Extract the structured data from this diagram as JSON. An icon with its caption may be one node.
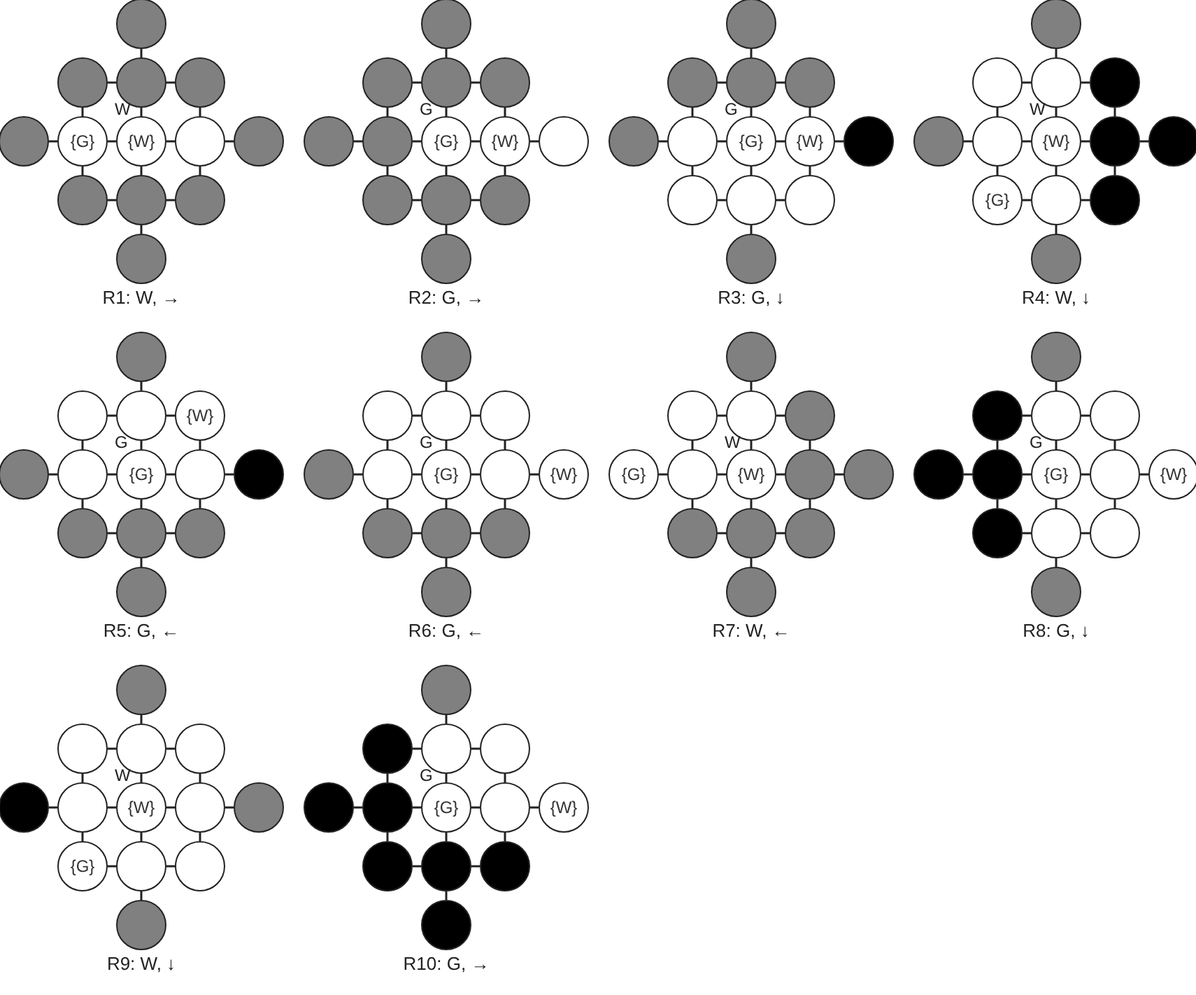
{
  "diagram": {
    "nodes": [
      {
        "text": [],
        "shape": "circle"
      },
      {
        "text": [],
        "shape": "circle"
      },
      {
        "text": [],
        "shape": "circle"
      },
      {
        "text": [],
        "shape": "circle"
      },
      {
        "text": [],
        "shape": "circle"
      },
      {
        "text": [
          "{G}"
        ]
      },
      {
        "text": [
          "{W}"
        ]
      },
      {
        "text": [],
        "shape": "circle"
      },
      {
        "text": [],
        "shape": "circle"
      },
      {
        "text": [],
        "shape": "circle"
      },
      {
        "text": [],
        "shape": "circle"
      },
      {
        "text": [],
        "shape": "circle"
      },
      {
        "text": [],
        "shape": "circle"
      },
      {
        "text": [],
        "shape": "circle"
      },
      {
        "text": [],
        "shape": "circle"
      },
      {
        "text": [],
        "shape": "circle"
      },
      {
        "text": [],
        "shape": "circle"
      },
      {
        "text": [],
        "shape": "circle"
      },
      {
        "text": [],
        "shape": "circle"
      },
      {
        "text": [
          "{G}"
        ]
      },
      {
        "text": [
          "{W}"
        ]
      },
      {
        "text": [],
        "shape": "circle"
      },
      {
        "text": [],
        "shape": "circle"
      },
      {
        "text": [],
        "shape": "circle"
      },
      {
        "text": [],
        "shape": "circle"
      },
      {
        "text": [],
        "shape": "circle"
      },
      {
        "text": [],
        "shape": "circle"
      },
      {
        "text": [],
        "shape": "circle"
      },
      {
        "text": [],
        "shape": "circle"
      },
      {
        "text": [],
        "shape": "circle"
      },
      {
        "text": [],
        "shape": "circle"
      },
      {
        "text": [],
        "shape": "circle"
      },
      {
        "text": [
          "{G}"
        ]
      },
      {
        "text": [
          "{W}"
        ]
      },
      {
        "text": [],
        "shape": "circle"
      },
      {
        "text": [],
        "shape": "circle"
      },
      {
        "text": [],
        "shape": "circle"
      },
      {
        "text": [],
        "shape": "circle"
      },
      {
        "text": [],
        "shape": "circle"
      },
      {
        "text": [],
        "shape": "circle"
      },
      {
        "text": [],
        "shape": "circle"
      },
      {
        "text": [],
        "shape": "circle"
      },
      {
        "text": [],
        "shape": "circle"
      },
      {
        "text": [],
        "shape": "circle"
      },
      {
        "text": [],
        "shape": "circle"
      },
      {
        "text": [
          "{W}"
        ]
      },
      {
        "text": [],
        "shape": "circle"
      },
      {
        "text": [],
        "shape": "circle"
      },
      {
        "text": [
          "{G}"
        ]
      },
      {
        "text": [],
        "shape": "circle"
      },
      {
        "text": [],
        "shape": "circle"
      },
      {
        "text": [],
        "shape": "circle"
      },
      {
        "text": [],
        "shape": "circle"
      },
      {
        "text": [],
        "shape": "circle"
      },
      {
        "text": [],
        "shape": "circle"
      },
      {
        "text": [
          "{W}"
        ]
      },
      {
        "text": [],
        "shape": "circle"
      },
      {
        "text": [],
        "shape": "circle"
      },
      {
        "text": [
          "{G}"
        ]
      },
      {
        "text": [],
        "shape": "circle"
      },
      {
        "text": [],
        "shape": "circle"
      },
      {
        "text": [],
        "shape": "circle"
      },
      {
        "text": [],
        "shape": "circle"
      },
      {
        "text": [],
        "shape": "circle"
      },
      {
        "text": [],
        "shape": "circle"
      },
      {
        "text": [],
        "shape": "circle"
      },
      {
        "text": [],
        "shape": "circle"
      },
      {
        "text": [],
        "shape": "circle"
      },
      {
        "text": [],
        "shape": "circle"
      },
      {
        "text": [],
        "shape": "circle"
      },
      {
        "text": [],
        "shape": "circle"
      },
      {
        "text": [
          "{G}"
        ]
      },
      {
        "text": [],
        "shape": "circle"
      },
      {
        "text": [
          "{W}"
        ]
      },
      {
        "text": [],
        "shape": "circle"
      },
      {
        "text": [],
        "shape": "circle"
      },
      {
        "text": [],
        "shape": "circle"
      },
      {
        "text": [],
        "shape": "circle"
      },
      {
        "text": [],
        "shape": "circle"
      },
      {
        "text": [],
        "shape": "circle"
      },
      {
        "text": [],
        "shape": "circle"
      },
      {
        "text": [],
        "shape": "circle"
      },
      {
        "text": [
          "{G}"
        ]
      },
      {
        "text": [],
        "shape": "circle"
      },
      {
        "text": [
          "{W}"
        ]
      },
      {
        "text": [],
        "shape": "circle"
      },
      {
        "text": [],
        "shape": "circle"
      },
      {
        "text": [],
        "shape": "circle"
      },
      {
        "text": [],
        "shape": "circle"
      },
      {
        "text": [],
        "shape": "circle"
      },
      {
        "text": [],
        "shape": "circle"
      },
      {
        "text": [],
        "shape": "circle"
      },
      {
        "text": [],
        "shape": "circle"
      },
      {
        "text": [],
        "shape": "circle"
      },
      {
        "text": [],
        "shape": "circle"
      },
      {
        "text": [],
        "shape": "circle"
      },
      {
        "text": [],
        "shape": "circle"
      },
      {
        "text": [
          "{G}"
        ]
      },
      {
        "text": [],
        "shape": "circle"
      },
      {
        "text": [
          "{W}"
        ]
      },
      {
        "text": [],
        "shape": "circle"
      },
      {
        "text": [],
        "shape": "circle"
      },
      {
        "text": [],
        "shape": "circle"
      },
      {
        "text": [],
        "shape": "circle"
      },
      {
        "text": [],
        "shape": "circle"
      },
      {
        "text": [],
        "shape": "circle"
      },
      {
        "text": [],
        "shape": "circle"
      },
      {
        "text": [],
        "shape": "circle"
      },
      {
        "text": [],
        "shape": "circle"
      },
      {
        "text": [],
        "shape": "circle"
      },
      {
        "text": [
          "{W}"
        ]
      },
      {
        "text": [],
        "shape": "circle"
      },
      {
        "text": [],
        "shape": "circle"
      },
      {
        "text": [
          "{G}"
        ]
      },
      {
        "text": [],
        "shape": "circle"
      },
      {
        "text": [],
        "shape": "circle"
      },
      {
        "text": [],
        "shape": "circle"
      },
      {
        "text": [],
        "shape": "circle"
      },
      {
        "text": [],
        "shape": "circle"
      },
      {
        "text": [],
        "shape": "circle"
      },
      {
        "text": [],
        "shape": "circle"
      },
      {
        "text": [],
        "shape": "circle"
      },
      {
        "text": [],
        "shape": "circle"
      },
      {
        "text": [
          "{G}"
        ]
      },
      {
        "text": [],
        "shape": "circle"
      },
      {
        "text": [
          "{W}"
        ]
      },
      {
        "text": [],
        "shape": "circle"
      },
      {
        "text": [],
        "shape": "circle"
      },
      {
        "text": [],
        "shape": "circle"
      },
      {
        "text": [],
        "shape": "circle"
      }
    ],
    "edges": [
      {
        "from": 0,
        "to": 2,
        "arrow": "none"
      },
      {
        "from": 1,
        "to": 2,
        "arrow": "none"
      },
      {
        "from": 2,
        "to": 3,
        "arrow": "none"
      },
      {
        "from": 1,
        "to": 5,
        "arrow": "none"
      },
      {
        "from": 2,
        "to": 6,
        "arrow": "none"
      },
      {
        "from": 3,
        "to": 7,
        "arrow": "none"
      },
      {
        "from": 4,
        "to": 5,
        "arrow": "none"
      },
      {
        "from": 5,
        "to": 6,
        "arrow": "none"
      },
      {
        "from": 6,
        "to": 7,
        "arrow": "none"
      },
      {
        "from": 7,
        "to": 8,
        "arrow": "none"
      },
      {
        "from": 5,
        "to": 9,
        "arrow": "none"
      },
      {
        "from": 6,
        "to": 10,
        "arrow": "none"
      },
      {
        "from": 7,
        "to": 11,
        "arrow": "none"
      },
      {
        "from": 9,
        "to": 10,
        "arrow": "none"
      },
      {
        "from": 10,
        "to": 11,
        "arrow": "none"
      },
      {
        "from": 10,
        "to": 12,
        "arrow": "none"
      },
      {
        "from": 13,
        "to": 15,
        "arrow": "none"
      },
      {
        "from": 14,
        "to": 15,
        "arrow": "none"
      },
      {
        "from": 15,
        "to": 16,
        "arrow": "none"
      },
      {
        "from": 14,
        "to": 18,
        "arrow": "none"
      },
      {
        "from": 15,
        "to": 19,
        "arrow": "none"
      },
      {
        "from": 16,
        "to": 20,
        "arrow": "none"
      },
      {
        "from": 17,
        "to": 18,
        "arrow": "none"
      },
      {
        "from": 18,
        "to": 19,
        "arrow": "none"
      },
      {
        "from": 19,
        "to": 20,
        "arrow": "none"
      },
      {
        "from": 20,
        "to": 21,
        "arrow": "none"
      },
      {
        "from": 18,
        "to": 22,
        "arrow": "none"
      },
      {
        "from": 19,
        "to": 23,
        "arrow": "none"
      },
      {
        "from": 20,
        "to": 24,
        "arrow": "none"
      },
      {
        "from": 22,
        "to": 23,
        "arrow": "none"
      },
      {
        "from": 23,
        "to": 24,
        "arrow": "none"
      },
      {
        "from": 23,
        "to": 25,
        "arrow": "none"
      },
      {
        "from": 26,
        "to": 28,
        "arrow": "none"
      },
      {
        "from": 27,
        "to": 28,
        "arrow": "none"
      },
      {
        "from": 28,
        "to": 29,
        "arrow": "none"
      },
      {
        "from": 27,
        "to": 31,
        "arrow": "none"
      },
      {
        "from": 28,
        "to": 32,
        "arrow": "none"
      },
      {
        "from": 29,
        "to": 33,
        "arrow": "none"
      },
      {
        "from": 30,
        "to": 31,
        "arrow": "none"
      },
      {
        "from": 31,
        "to": 32,
        "arrow": "none"
      },
      {
        "from": 32,
        "to": 33,
        "arrow": "none"
      },
      {
        "from": 33,
        "to": 34,
        "arrow": "none"
      },
      {
        "from": 31,
        "to": 35,
        "arrow": "none"
      },
      {
        "from": 32,
        "to": 36,
        "arrow": "none"
      },
      {
        "from": 33,
        "to": 37,
        "arrow": "none"
      },
      {
        "from": 35,
        "to": 36,
        "arrow": "none"
      },
      {
        "from": 36,
        "to": 37,
        "arrow": "none"
      },
      {
        "from": 36,
        "to": 38,
        "arrow": "none"
      },
      {
        "from": 39,
        "to": 41,
        "arrow": "none"
      },
      {
        "from": 40,
        "to": 41,
        "arrow": "none"
      },
      {
        "from": 41,
        "to": 42,
        "arrow": "none"
      },
      {
        "from": 40,
        "to": 44,
        "arrow": "none"
      },
      {
        "from": 41,
        "to": 45,
        "arrow": "none"
      },
      {
        "from": 42,
        "to": 46,
        "arrow": "none"
      },
      {
        "from": 43,
        "to": 44,
        "arrow": "none"
      },
      {
        "from": 44,
        "to": 45,
        "arrow": "none"
      },
      {
        "from": 45,
        "to": 46,
        "arrow": "none"
      },
      {
        "from": 46,
        "to": 47,
        "arrow": "none"
      },
      {
        "from": 44,
        "to": 48,
        "arrow": "none"
      },
      {
        "from": 45,
        "to": 49,
        "arrow": "none"
      },
      {
        "from": 46,
        "to": 50,
        "arrow": "none"
      },
      {
        "from": 48,
        "to": 49,
        "arrow": "none"
      },
      {
        "from": 49,
        "to": 50,
        "arrow": "none"
      },
      {
        "from": 49,
        "to": 51,
        "arrow": "none"
      },
      {
        "from": 52,
        "to": 54,
        "arrow": "none"
      },
      {
        "from": 53,
        "to": 54,
        "arrow": "none"
      },
      {
        "from": 54,
        "to": 55,
        "arrow": "none"
      },
      {
        "from": 53,
        "to": 57,
        "arrow": "none"
      },
      {
        "from": 54,
        "to": 58,
        "arrow": "none"
      },
      {
        "from": 55,
        "to": 59,
        "arrow": "none"
      },
      {
        "from": 56,
        "to": 57,
        "arrow": "none"
      },
      {
        "from": 57,
        "to": 58,
        "arrow": "none"
      },
      {
        "from": 58,
        "to": 59,
        "arrow": "none"
      },
      {
        "from": 59,
        "to": 60,
        "arrow": "none"
      },
      {
        "from": 57,
        "to": 61,
        "arrow": "none"
      },
      {
        "from": 58,
        "to": 62,
        "arrow": "none"
      },
      {
        "from": 59,
        "to": 63,
        "arrow": "none"
      },
      {
        "from": 61,
        "to": 62,
        "arrow": "none"
      },
      {
        "from": 62,
        "to": 63,
        "arrow": "none"
      },
      {
        "from": 62,
        "to": 64,
        "arrow": "none"
      },
      {
        "from": 65,
        "to": 67,
        "arrow": "none"
      },
      {
        "from": 66,
        "to": 67,
        "arrow": "none"
      },
      {
        "from": 67,
        "to": 68,
        "arrow": "none"
      },
      {
        "from": 66,
        "to": 70,
        "arrow": "none"
      },
      {
        "from": 67,
        "to": 71,
        "arrow": "none"
      },
      {
        "from": 68,
        "to": 72,
        "arrow": "none"
      },
      {
        "from": 69,
        "to": 70,
        "arrow": "none"
      },
      {
        "from": 70,
        "to": 71,
        "arrow": "none"
      },
      {
        "from": 71,
        "to": 72,
        "arrow": "none"
      },
      {
        "from": 72,
        "to": 73,
        "arrow": "none"
      },
      {
        "from": 70,
        "to": 74,
        "arrow": "none"
      },
      {
        "from": 71,
        "to": 75,
        "arrow": "none"
      },
      {
        "from": 72,
        "to": 76,
        "arrow": "none"
      },
      {
        "from": 74,
        "to": 75,
        "arrow": "none"
      },
      {
        "from": 75,
        "to": 76,
        "arrow": "none"
      },
      {
        "from": 75,
        "to": 77,
        "arrow": "none"
      },
      {
        "from": 78,
        "to": 80,
        "arrow": "none"
      },
      {
        "from": 79,
        "to": 80,
        "arrow": "none"
      },
      {
        "from": 80,
        "to": 81,
        "arrow": "none"
      },
      {
        "from": 79,
        "to": 83,
        "arrow": "none"
      },
      {
        "from": 80,
        "to": 84,
        "arrow": "none"
      },
      {
        "from": 81,
        "to": 85,
        "arrow": "none"
      },
      {
        "from": 82,
        "to": 83,
        "arrow": "none"
      },
      {
        "from": 83,
        "to": 84,
        "arrow": "none"
      },
      {
        "from": 84,
        "to": 85,
        "arrow": "none"
      },
      {
        "from": 85,
        "to": 86,
        "arrow": "none"
      },
      {
        "from": 83,
        "to": 87,
        "arrow": "none"
      },
      {
        "from": 84,
        "to": 88,
        "arrow": "none"
      },
      {
        "from": 85,
        "to": 89,
        "arrow": "none"
      },
      {
        "from": 87,
        "to": 88,
        "arrow": "none"
      },
      {
        "from": 88,
        "to": 89,
        "arrow": "none"
      },
      {
        "from": 88,
        "to": 90,
        "arrow": "none"
      },
      {
        "from": 91,
        "to": 93,
        "arrow": "none"
      },
      {
        "from": 92,
        "to": 93,
        "arrow": "none"
      },
      {
        "from": 93,
        "to": 94,
        "arrow": "none"
      },
      {
        "from": 92,
        "to": 96,
        "arrow": "none"
      },
      {
        "from": 93,
        "to": 97,
        "arrow": "none"
      },
      {
        "from": 94,
        "to": 98,
        "arrow": "none"
      },
      {
        "from": 95,
        "to": 96,
        "arrow": "none"
      },
      {
        "from": 96,
        "to": 97,
        "arrow": "none"
      },
      {
        "from": 97,
        "to": 98,
        "arrow": "none"
      },
      {
        "from": 98,
        "to": 99,
        "arrow": "none"
      },
      {
        "from": 96,
        "to": 100,
        "arrow": "none"
      },
      {
        "from": 97,
        "to": 101,
        "arrow": "none"
      },
      {
        "from": 98,
        "to": 102,
        "arrow": "none"
      },
      {
        "from": 100,
        "to": 101,
        "arrow": "none"
      },
      {
        "from": 101,
        "to": 102,
        "arrow": "none"
      },
      {
        "from": 101,
        "to": 103,
        "arrow": "none"
      },
      {
        "from": 104,
        "to": 106,
        "arrow": "none"
      },
      {
        "from": 105,
        "to": 106,
        "arrow": "none"
      },
      {
        "from": 106,
        "to": 107,
        "arrow": "none"
      },
      {
        "from": 105,
        "to": 109,
        "arrow": "none"
      },
      {
        "from": 106,
        "to": 110,
        "arrow": "none"
      },
      {
        "from": 107,
        "to": 111,
        "arrow": "none"
      },
      {
        "from": 108,
        "to": 109,
        "arrow": "none"
      },
      {
        "from": 109,
        "to": 110,
        "arrow": "none"
      },
      {
        "from": 110,
        "to": 111,
        "arrow": "none"
      },
      {
        "from": 111,
        "to": 112,
        "arrow": "none"
      },
      {
        "from": 109,
        "to": 113,
        "arrow": "none"
      },
      {
        "from": 110,
        "to": 114,
        "arrow": "none"
      },
      {
        "from": 111,
        "to": 115,
        "arrow": "none"
      },
      {
        "from": 113,
        "to": 114,
        "arrow": "none"
      },
      {
        "from": 114,
        "to": 115,
        "arrow": "none"
      },
      {
        "from": 114,
        "to": 116,
        "arrow": "none"
      },
      {
        "from": 117,
        "to": 119,
        "arrow": "none"
      },
      {
        "from": 118,
        "to": 119,
        "arrow": "none"
      },
      {
        "from": 119,
        "to": 120,
        "arrow": "none"
      },
      {
        "from": 118,
        "to": 122,
        "arrow": "none"
      },
      {
        "from": 119,
        "to": 123,
        "arrow": "none"
      },
      {
        "from": 120,
        "to": 124,
        "arrow": "none"
      },
      {
        "from": 121,
        "to": 122,
        "arrow": "none"
      },
      {
        "from": 122,
        "to": 123,
        "arrow": "none"
      },
      {
        "from": 123,
        "to": 124,
        "arrow": "none"
      },
      {
        "from": 124,
        "to": 125,
        "arrow": "none"
      },
      {
        "from": 122,
        "to": 126,
        "arrow": "none"
      },
      {
        "from": 123,
        "to": 127,
        "arrow": "none"
      },
      {
        "from": 124,
        "to": 128,
        "arrow": "none"
      },
      {
        "from": 126,
        "to": 127,
        "arrow": "none"
      },
      {
        "from": 127,
        "to": 128,
        "arrow": "none"
      },
      {
        "from": 127,
        "to": 129,
        "arrow": "none"
      }
    ],
    "labels": [
      "W",
      "R1: W, →",
      "G",
      "R2: G, →",
      "G",
      "R3: G, ↓",
      "W",
      "R4: W, ↓",
      "G",
      "R5: G, ←",
      "G",
      "R6: G, ←",
      "W",
      "R7: W, ←",
      "G",
      "R8: G, ↓",
      "W",
      "R9: W, ↓",
      "G",
      "R10: G, →"
    ]
  }
}
